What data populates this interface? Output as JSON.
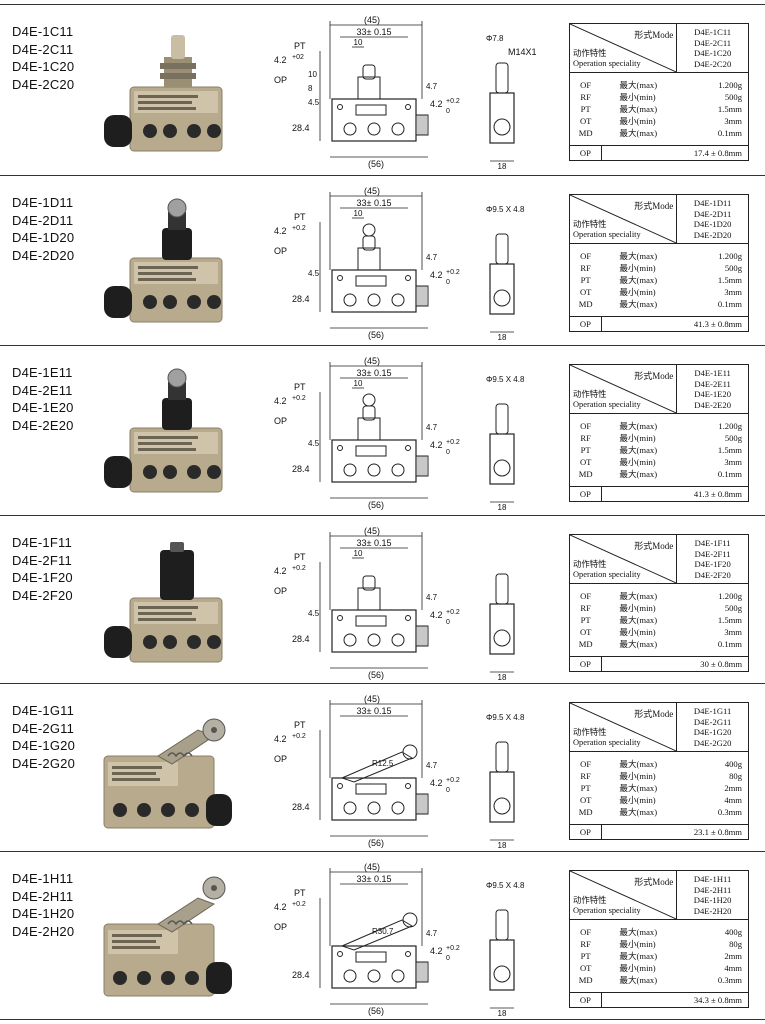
{
  "header": {
    "mode_label": "形式Mode",
    "op_label_cn": "动作特性",
    "op_label_en": "Operation speciality"
  },
  "spec_labels": [
    {
      "code": "OF",
      "cn": "最大(max)"
    },
    {
      "code": "RF",
      "cn": "最小(min)"
    },
    {
      "code": "PT",
      "cn": "最大(max)"
    },
    {
      "code": "OT",
      "cn": "最小(min)"
    },
    {
      "code": "MD",
      "cn": "最大(max)"
    }
  ],
  "op_code": "OP",
  "rows": [
    {
      "models": [
        "D4E-1C11",
        "D4E-2C11",
        "D4E-1C20",
        "D4E-2C20"
      ],
      "values": [
        "1.200g",
        "500g",
        "1.5mm",
        "3mm",
        "0.1mm"
      ],
      "op_value": "17.4 ± 0.8mm",
      "dims": {
        "w45": "(45)",
        "w33": "33± 0.15",
        "d10": "10",
        "pt": "PT",
        "t42": "4.2",
        "t42tol": "+02",
        "op": "OP",
        "h10": "10",
        "h8": "8",
        "h45": "4.5",
        "h284": "28.4",
        "w56": "(56)",
        "d47": "4.7",
        "r42": "4.2",
        "r42tol": "+0.2",
        "r42zero": "0",
        "side": "Φ7.8",
        "thread": "M14X1",
        "w18": "18"
      }
    },
    {
      "models": [
        "D4E-1D11",
        "D4E-2D11",
        "D4E-1D20",
        "D4E-2D20"
      ],
      "values": [
        "1.200g",
        "500g",
        "1.5mm",
        "3mm",
        "0.1mm"
      ],
      "op_value": "41.3 ± 0.8mm",
      "dims": {
        "w45": "(45)",
        "w33": "33± 0.15",
        "d10": "10",
        "pt": "PT",
        "t42": "4.2",
        "t42tol": "+0.2",
        "op": "OP",
        "h10": "",
        "h8": "",
        "h45": "4.5",
        "h284": "28.4",
        "w56": "(56)",
        "d47": "4.7",
        "r42": "4.2",
        "r42tol": "+0.2",
        "r42zero": "0",
        "side": "Φ9.5 X 4.8",
        "thread": "",
        "w18": "18"
      }
    },
    {
      "models": [
        "D4E-1E11",
        "D4E-2E11",
        "D4E-1E20",
        "D4E-2E20"
      ],
      "values": [
        "1.200g",
        "500g",
        "1.5mm",
        "3mm",
        "0.1mm"
      ],
      "op_value": "41.3 ± 0.8mm",
      "dims": {
        "w45": "(45)",
        "w33": "33± 0.15",
        "d10": "10",
        "pt": "PT",
        "t42": "4.2",
        "t42tol": "+0.2",
        "op": "OP",
        "h10": "",
        "h8": "",
        "h45": "4.5",
        "h284": "28.4",
        "w56": "(56)",
        "d47": "4.7",
        "r42": "4.2",
        "r42tol": "+0.2",
        "r42zero": "0",
        "side": "Φ9.5 X 4.8",
        "thread": "",
        "w18": "18"
      }
    },
    {
      "models": [
        "D4E-1F11",
        "D4E-2F11",
        "D4E-1F20",
        "D4E-2F20"
      ],
      "values": [
        "1.200g",
        "500g",
        "1.5mm",
        "3mm",
        "0.1mm"
      ],
      "op_value": "30 ± 0.8mm",
      "dims": {
        "w45": "(45)",
        "w33": "33± 0.15",
        "d10": "10",
        "pt": "PT",
        "t42": "4.2",
        "t42tol": "+0.2",
        "op": "OP",
        "h10": "",
        "h8": "",
        "h45": "4.5",
        "h284": "28.4",
        "w56": "(56)",
        "d47": "4.7",
        "r42": "4.2",
        "r42tol": "+0.2",
        "r42zero": "0",
        "side": "",
        "thread": "",
        "w18": "18"
      }
    },
    {
      "models": [
        "D4E-1G11",
        "D4E-2G11",
        "D4E-1G20",
        "D4E-2G20"
      ],
      "values": [
        "400g",
        "80g",
        "2mm",
        "4mm",
        "0.3mm"
      ],
      "op_value": "23.1 ± 0.8mm",
      "dims": {
        "w45": "(45)",
        "w33": "33± 0.15",
        "d10": "",
        "pt": "PT",
        "t42": "4.2",
        "t42tol": "+0.2",
        "op": "OP",
        "h10": "",
        "h8": "",
        "h45": "",
        "h284": "28.4",
        "w56": "(56)",
        "d47": "4.7",
        "r42": "4.2",
        "r42tol": "+0.2",
        "r42zero": "0",
        "side": "Φ9.5 X 4.8",
        "thread": "",
        "w18": "18",
        "radius": "R12.5"
      }
    },
    {
      "models": [
        "D4E-1H11",
        "D4E-2H11",
        "D4E-1H20",
        "D4E-2H20"
      ],
      "values": [
        "400g",
        "80g",
        "2mm",
        "4mm",
        "0.3mm"
      ],
      "op_value": "34.3 ± 0.8mm",
      "dims": {
        "w45": "(45)",
        "w33": "33± 0.15",
        "d10": "",
        "pt": "PT",
        "t42": "4.2",
        "t42tol": "+0.2",
        "op": "OP",
        "h10": "",
        "h8": "",
        "h45": "",
        "h284": "28.4",
        "w56": "(56)",
        "d47": "4.7",
        "r42": "4.2",
        "r42tol": "+0.2",
        "r42zero": "0",
        "side": "Φ9.5 X 4.8",
        "thread": "",
        "w18": "18",
        "radius": "R30.7"
      }
    }
  ],
  "colors": {
    "body_metal": "#b8aa8c",
    "body_shadow": "#8a7f68",
    "rubber": "#1e1e1e",
    "line": "#222222"
  },
  "icons": [
    "limit-switch-photo-icon",
    "dimension-drawing-icon"
  ]
}
